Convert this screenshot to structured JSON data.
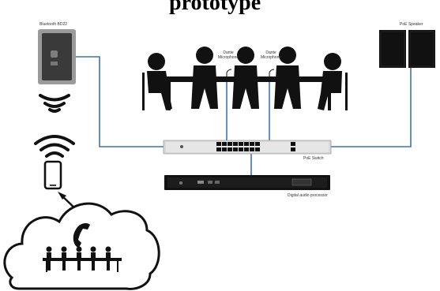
{
  "title": "prototype",
  "labels": {
    "bluetooth": "Bluetooth BD22",
    "mic_left": "Dante Microphone",
    "mic_right": "Dante Microphone",
    "speaker": "PoE Speaker",
    "switch": "PoE Switch",
    "dsp": "Digital audio processor"
  },
  "colors": {
    "link": "#3b74b8",
    "device": "#222222"
  },
  "icons": [
    "bluetooth-device-icon",
    "wireless-waves-icon",
    "wifi-icon",
    "smartphone-icon",
    "phone-handset-icon",
    "cloud-icon",
    "poe-speaker-icon",
    "switch-icon",
    "dsp-icon",
    "microphone-icon"
  ]
}
